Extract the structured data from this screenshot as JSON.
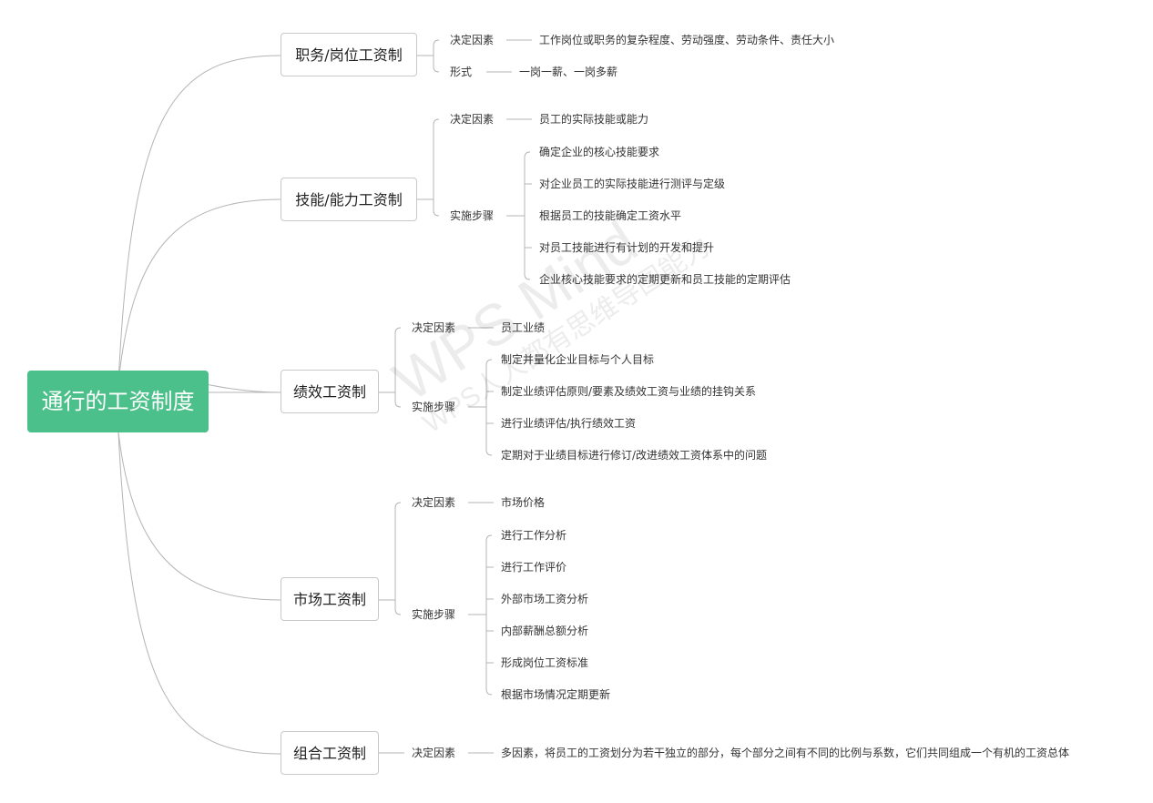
{
  "root": {
    "label": "通行的工资制度"
  },
  "branches": [
    {
      "label": "职务/岗位工资制",
      "children": [
        {
          "label": "决定因素",
          "items": [
            "工作岗位或职务的复杂程度、劳动强度、劳动条件、责任大小"
          ]
        },
        {
          "label": "形式",
          "items": [
            "一岗一薪、一岗多薪"
          ]
        }
      ]
    },
    {
      "label": "技能/能力工资制",
      "children": [
        {
          "label": "决定因素",
          "items": [
            "员工的实际技能或能力"
          ]
        },
        {
          "label": "实施步骤",
          "items": [
            "确定企业的核心技能要求",
            "对企业员工的实际技能进行测评与定级",
            "根据员工的技能确定工资水平",
            "对员工技能进行有计划的开发和提升",
            "企业核心技能要求的定期更新和员工技能的定期评估"
          ]
        }
      ]
    },
    {
      "label": "绩效工资制",
      "children": [
        {
          "label": "决定因素",
          "items": [
            "员工业绩"
          ]
        },
        {
          "label": "实施步骤",
          "items": [
            "制定并量化企业目标与个人目标",
            "制定业绩评估原则/要素及绩效工资与业绩的挂钩关系",
            "进行业绩评估/执行绩效工资",
            "定期对于业绩目标进行修订/改进绩效工资体系中的问题"
          ]
        }
      ]
    },
    {
      "label": "市场工资制",
      "children": [
        {
          "label": "决定因素",
          "items": [
            "市场价格"
          ]
        },
        {
          "label": "实施步骤",
          "items": [
            "进行工作分析",
            "进行工作评价",
            "外部市场工资分析",
            "内部薪酬总额分析",
            "形成岗位工资标准",
            "根据市场情况定期更新"
          ]
        }
      ]
    },
    {
      "label": "组合工资制",
      "children": [
        {
          "label": "决定因素",
          "items": [
            "多因素，将员工的工资划分为若干独立的部分，每个部分之间有不同的比例与系数，它们共同组成一个有机的工资总体"
          ]
        }
      ]
    }
  ],
  "watermark": {
    "line1": "WPS Mind",
    "line2": "WPS人人都有思维导图能力"
  },
  "colors": {
    "root_fill": "#4cc08a",
    "line": "#b4b4b4",
    "node_border": "#c8c8c8"
  }
}
